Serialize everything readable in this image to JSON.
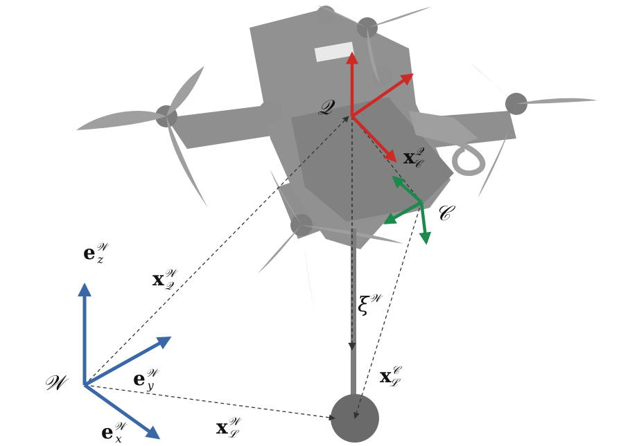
{
  "frames": {
    "world": {
      "name": "𝒲",
      "color": "#3a67a6",
      "axes": [
        {
          "id": "ex",
          "base": "e",
          "sub": "x",
          "sup": "𝒲"
        },
        {
          "id": "ey",
          "base": "e",
          "sub": "y",
          "sup": "𝒲"
        },
        {
          "id": "ez",
          "base": "e",
          "sub": "z",
          "sup": "𝒲"
        }
      ]
    },
    "quadrotor": {
      "name": "𝒬",
      "color": "#cc2a25"
    },
    "camera": {
      "name": "𝒞",
      "color": "#1c8a4c"
    }
  },
  "vectors": [
    {
      "id": "xQW",
      "base": "x",
      "sub": "𝒬",
      "sup": "𝒲"
    },
    {
      "id": "xCQ",
      "base": "x",
      "sub": "𝒞",
      "sup": "𝒬"
    },
    {
      "id": "xLC",
      "base": "x",
      "sub": "ℒ",
      "sup": "𝒞"
    },
    {
      "id": "xLW",
      "base": "x",
      "sub": "ℒ",
      "sup": "𝒲"
    },
    {
      "id": "xiW",
      "base": "ξ",
      "sub": "",
      "sup": "𝒲"
    }
  ],
  "colors": {
    "drone": "#8e8e8e",
    "drone_dark": "#6f6f6f",
    "payload": "#6a6a6a",
    "dashed": "#333333"
  }
}
